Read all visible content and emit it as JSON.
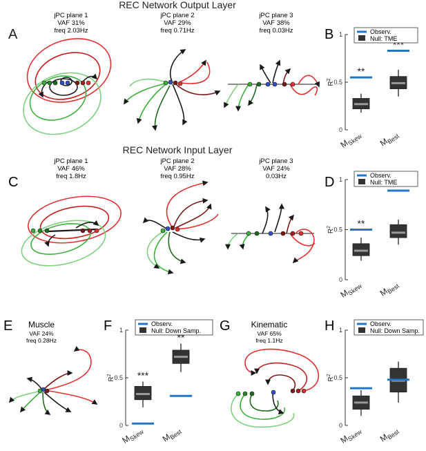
{
  "sections": {
    "top_title": "REC Network Output Layer",
    "middle_title": "REC Network Input Layer"
  },
  "panels": {
    "A": {
      "letter": "A",
      "planes": [
        {
          "name": "jPC plane 1",
          "vaf": "VAF 31%",
          "freq": "freq 2.03Hz"
        },
        {
          "name": "jPC plane 2",
          "vaf": "VAF 29%",
          "freq": "freq 0.71Hz"
        },
        {
          "name": "jPC plane 3",
          "vaf": "VAF 38%",
          "freq": "freq 0.03Hz"
        }
      ]
    },
    "C": {
      "letter": "C",
      "planes": [
        {
          "name": "jPC plane 1",
          "vaf": "VAF 46%",
          "freq": "freq 1.8Hz"
        },
        {
          "name": "jPC plane 2",
          "vaf": "VAF 28%",
          "freq": "freq 0.95Hz"
        },
        {
          "name": "jPC plane 3",
          "vaf": "VAF 24%",
          "freq": "0.03Hz"
        }
      ]
    },
    "E": {
      "letter": "E",
      "title": "Muscle",
      "vaf": "VAF 24%",
      "freq": "freq 0.28Hz"
    },
    "G": {
      "letter": "G",
      "title": "Kinematic",
      "vaf": "VAF 65%",
      "freq": "freq 1.1Hz"
    }
  },
  "colors": {
    "observed": "#1f77c4",
    "box_fill": "#333333",
    "median": "#9a9a9a",
    "red": "#e03030",
    "dark_red": "#7a1818",
    "green": "#3cb03c",
    "light_green": "#7ed07e",
    "dark": "#1a1a1a"
  },
  "chart_data": [
    {
      "panel": "B",
      "type": "box",
      "legend": {
        "observed": "Observ.",
        "null": "Null: TME"
      },
      "ylabel": "R2",
      "ylim": [
        0,
        1
      ],
      "yticks": [
        "0",
        "0.5",
        "1"
      ],
      "categories": [
        "M_Skew",
        "M_Best"
      ],
      "category_labels": [
        {
          "main": "M",
          "sub": "Skew"
        },
        {
          "main": "M",
          "sub": "Best"
        }
      ],
      "boxes": [
        {
          "whisker_low": 0.18,
          "q1": 0.22,
          "median": 0.27,
          "q3": 0.33,
          "whisker_high": 0.38
        },
        {
          "whisker_low": 0.35,
          "q1": 0.43,
          "median": 0.49,
          "q3": 0.56,
          "whisker_high": 0.63
        }
      ],
      "observed": [
        0.55,
        0.83
      ],
      "significance": [
        "**",
        "***"
      ]
    },
    {
      "panel": "D",
      "type": "box",
      "legend": {
        "observed": "Observ.",
        "null": "Null: TME"
      },
      "ylabel": "R2",
      "ylim": [
        0,
        1
      ],
      "yticks": [
        "0",
        "0.5",
        "1"
      ],
      "categories": [
        "M_Skew",
        "M_Best"
      ],
      "category_labels": [
        {
          "main": "M",
          "sub": "Skew"
        },
        {
          "main": "M",
          "sub": "Best"
        }
      ],
      "boxes": [
        {
          "whisker_low": 0.19,
          "q1": 0.24,
          "median": 0.29,
          "q3": 0.36,
          "whisker_high": 0.42
        },
        {
          "whisker_low": 0.35,
          "q1": 0.42,
          "median": 0.47,
          "q3": 0.55,
          "whisker_high": 0.6
        }
      ],
      "observed": [
        0.5,
        0.89
      ],
      "significance": [
        "**",
        "***"
      ]
    },
    {
      "panel": "F",
      "type": "box",
      "legend": {
        "observed": "Observ.",
        "null": "Null: Down Samp."
      },
      "ylabel": "R2",
      "ylim": [
        0,
        1
      ],
      "yticks": [
        "0",
        "0.5",
        "1"
      ],
      "categories": [
        "M_Skew",
        "M_Best"
      ],
      "category_labels": [
        {
          "main": "M",
          "sub": "Skew"
        },
        {
          "main": "M",
          "sub": "Best"
        }
      ],
      "boxes": [
        {
          "whisker_low": 0.19,
          "q1": 0.27,
          "median": 0.33,
          "q3": 0.41,
          "whisker_high": 0.46
        },
        {
          "whisker_low": 0.56,
          "q1": 0.65,
          "median": 0.72,
          "q3": 0.79,
          "whisker_high": 0.86
        }
      ],
      "observed": [
        0.02,
        0.31
      ],
      "significance": [
        "***",
        "**"
      ]
    },
    {
      "panel": "H",
      "type": "box",
      "legend": {
        "observed": "Observ.",
        "null": "Null: Down Samp."
      },
      "ylabel": "R2",
      "ylim": [
        0,
        1
      ],
      "yticks": [
        "0",
        "0.5",
        "1"
      ],
      "categories": [
        "M_Skew",
        "M_Best"
      ],
      "category_labels": [
        {
          "main": "M",
          "sub": "Skew"
        },
        {
          "main": "M",
          "sub": "Best"
        }
      ],
      "boxes": [
        {
          "whisker_low": 0.1,
          "q1": 0.17,
          "median": 0.24,
          "q3": 0.31,
          "whisker_high": 0.37
        },
        {
          "whisker_low": 0.24,
          "q1": 0.35,
          "median": 0.47,
          "q3": 0.6,
          "whisker_high": 0.67
        }
      ],
      "observed": [
        0.39,
        0.48
      ],
      "significance": [
        "",
        ""
      ]
    }
  ]
}
